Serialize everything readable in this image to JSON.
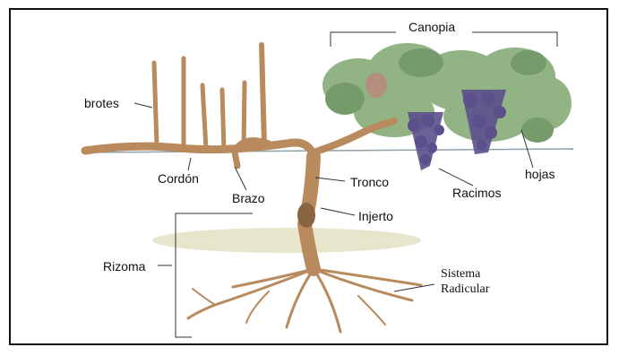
{
  "diagram": {
    "labels": {
      "canopia": "Canopia",
      "brotes": "brotes",
      "cordon": "Cordón",
      "brazo": "Brazo",
      "tronco": "Tronco",
      "injerto": "Injerto",
      "racimos": "Racimos",
      "hojas": "hojas",
      "rizoma": "Rizoma",
      "sistema_line1": "Sistema",
      "sistema_line2": "Radicular"
    },
    "colors": {
      "wood": "#b98a5e",
      "wood_dark": "#8a6340",
      "leaf": "#7fa870",
      "leaf_dark": "#5d8a52",
      "grape": "#5b4f8c",
      "soil": "#e6e2c8",
      "wire": "#8fa0a8",
      "line": "#333333"
    }
  }
}
